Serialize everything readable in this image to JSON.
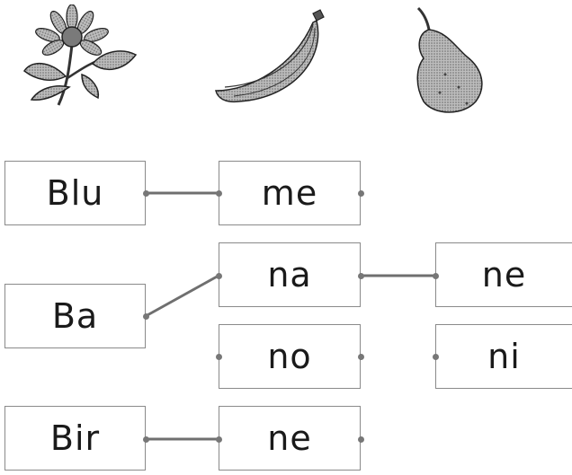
{
  "pictures": [
    {
      "icon": "flower-icon"
    },
    {
      "icon": "banana-icon"
    },
    {
      "icon": "pear-icon"
    }
  ],
  "syllables": {
    "col1": [
      "Blu",
      "Ba",
      "Bir"
    ],
    "col2": [
      "me",
      "na",
      "no",
      "ne"
    ],
    "col3": [
      "ne",
      "ni"
    ]
  },
  "colors": {
    "line": "#6f6f6f",
    "border": "#8a8a8a",
    "text": "#1a1a1a"
  }
}
